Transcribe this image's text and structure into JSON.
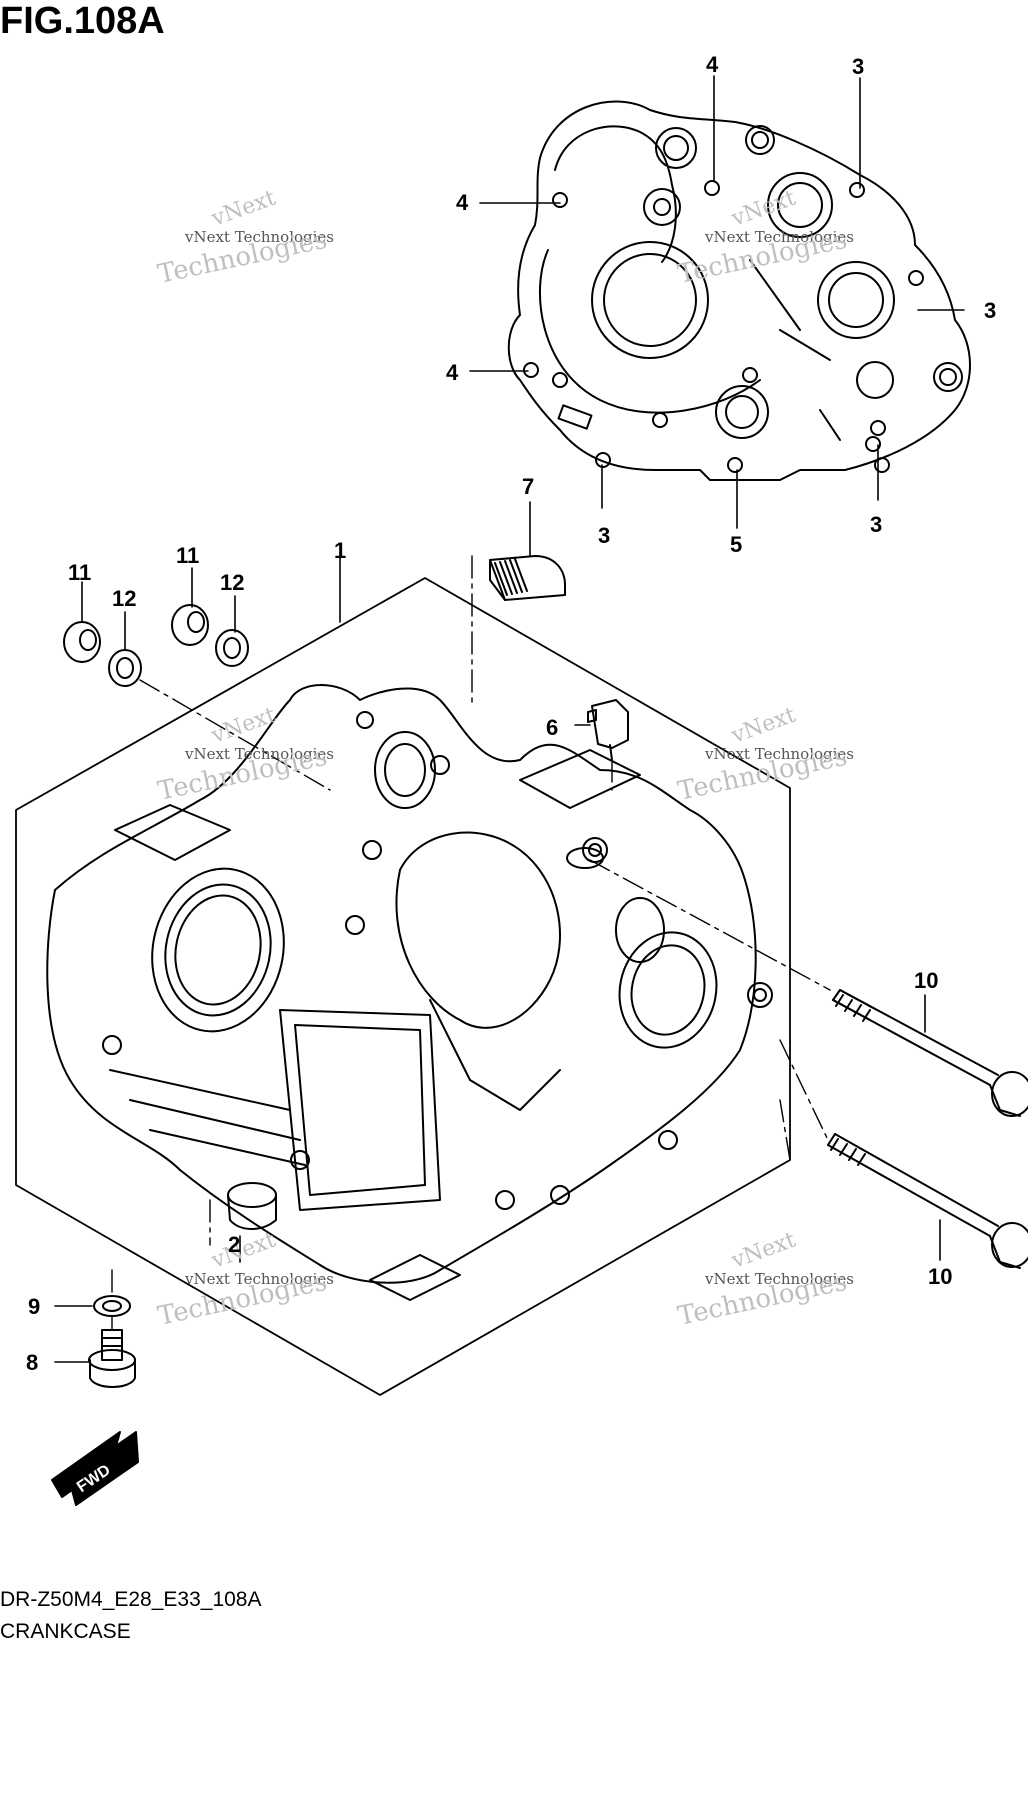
{
  "figure": {
    "title": "FIG.108A",
    "model_code": "DR-Z50M4_E28_E33_108A",
    "section_name": "CRANKCASE"
  },
  "callouts": {
    "c1": "1",
    "c2": "2",
    "c3a": "3",
    "c3b": "3",
    "c3c": "3",
    "c3d": "3",
    "c4a": "4",
    "c4b": "4",
    "c4c": "4",
    "c5": "5",
    "c6": "6",
    "c7": "7",
    "c8": "8",
    "c9": "9",
    "c10a": "10",
    "c10b": "10",
    "c11a": "11",
    "c11b": "11",
    "c12a": "12",
    "c12b": "12"
  },
  "watermark": {
    "brand": "vNext",
    "line1": "vNext Technologies",
    "line2": "Technologies"
  },
  "badge": {
    "fwd": "FWD"
  }
}
